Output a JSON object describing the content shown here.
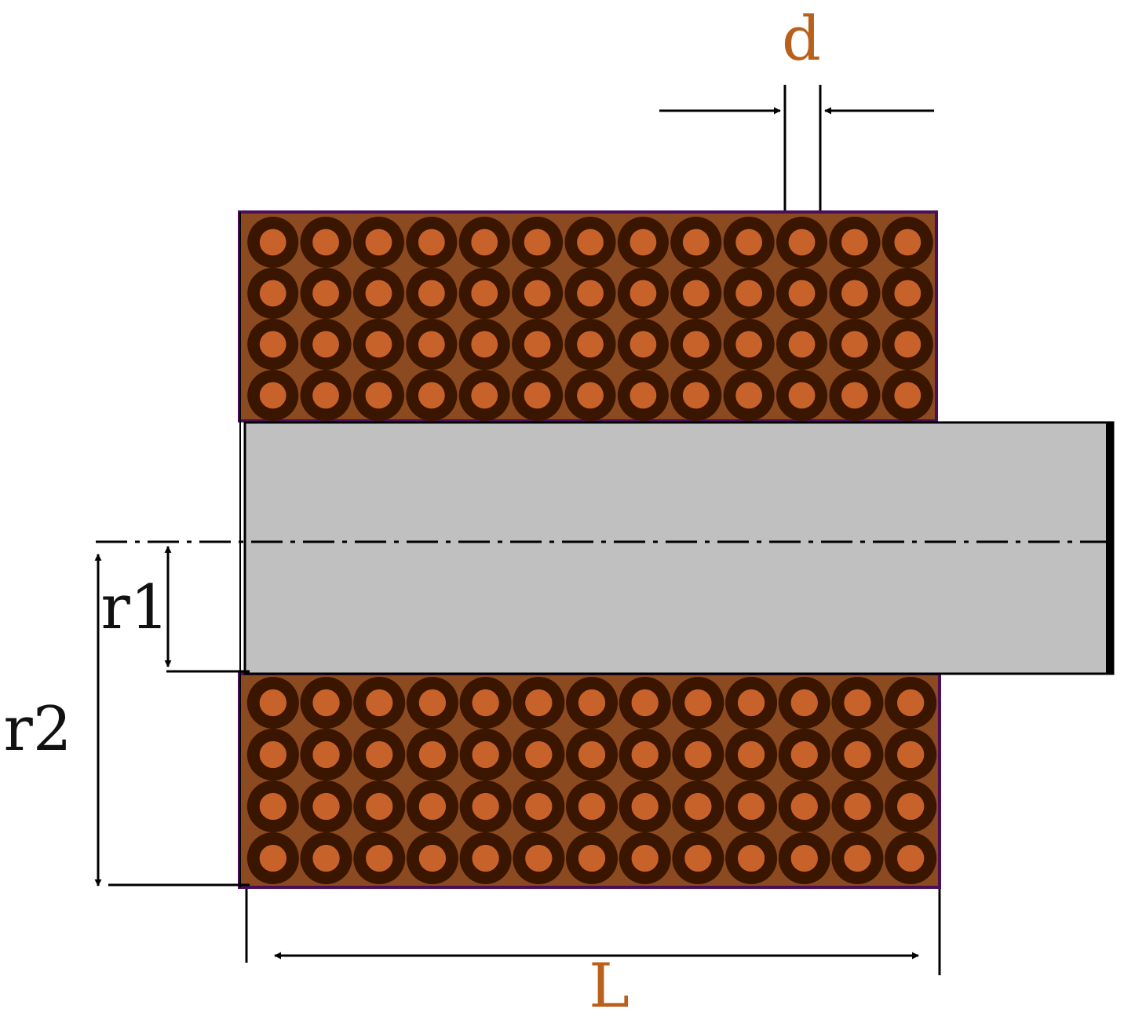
{
  "labels": {
    "d": "d",
    "r1": "r1",
    "r2": "r2",
    "L": "L"
  },
  "winding": {
    "rows_per_layer": 4,
    "turns_per_row": 13
  },
  "colors": {
    "wire_fill": "#c8622b",
    "wire_insulation": "#3a1500",
    "winding_background": "#8b4a1f",
    "winding_border": "#4b0f5a",
    "core_fill": "#c0c0c0",
    "line": "#000000"
  }
}
